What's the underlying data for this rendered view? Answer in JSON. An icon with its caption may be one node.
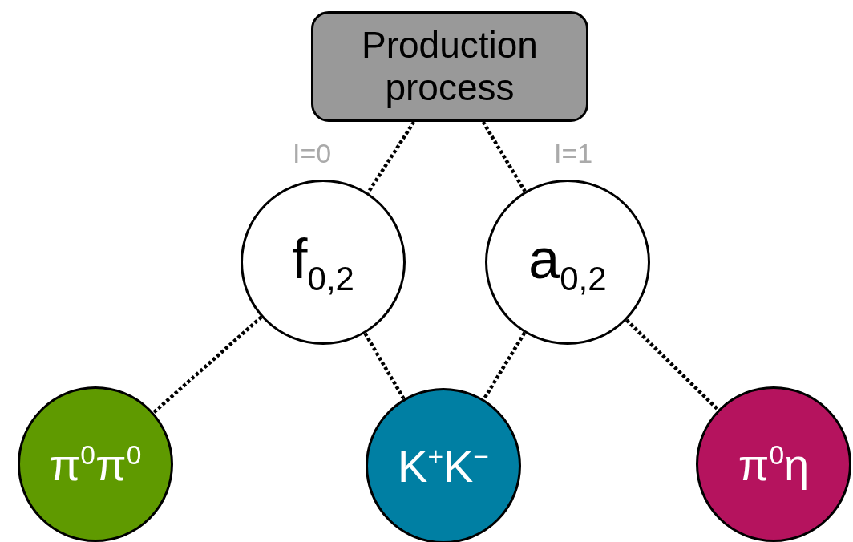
{
  "diagram": {
    "nodes": [
      {
        "text": [
          "Production process"
        ]
      },
      {
        "text": [
          "f$_{0,2}$"
        ]
      },
      {
        "text": [
          "a$_{0,2}$"
        ]
      },
      {
        "text": [
          "π$^{0}$π$^{0}$"
        ]
      },
      {
        "text": [
          "K$^{+}$K$^{−}$"
        ]
      },
      {
        "text": [
          "π$^{0}$η"
        ]
      }
    ],
    "edges": [
      {
        "from": 0,
        "to": 1,
        "arrow": "none",
        "label": "I=0"
      },
      {
        "from": 0,
        "to": 2,
        "arrow": "none",
        "label": "I=1"
      },
      {
        "from": 1,
        "to": 3,
        "arrow": "none"
      },
      {
        "from": 1,
        "to": 4,
        "arrow": "none"
      },
      {
        "from": 2,
        "to": 4,
        "arrow": "none"
      },
      {
        "from": 2,
        "to": 5,
        "arrow": "none"
      }
    ]
  }
}
